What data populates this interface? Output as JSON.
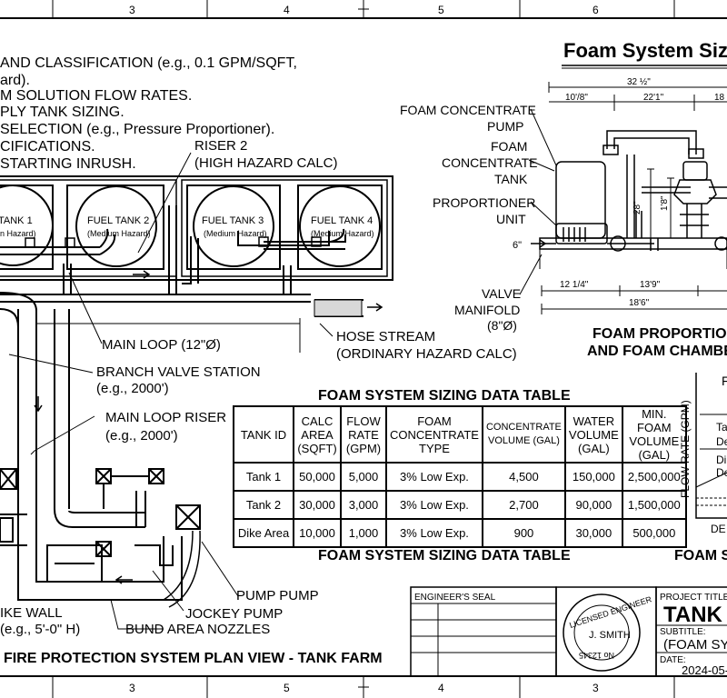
{
  "frame": {
    "col_top": [
      "3",
      "4",
      "5",
      "6"
    ],
    "col_bottom": [
      "3",
      "5",
      "4",
      "3"
    ]
  },
  "notes": [
    "AND CLASSIFICATION (e.g., 0.1 GPM/SQFT,",
    "ard).",
    "M SOLUTION FLOW RATES.",
    "PLY TANK SIZING.",
    "SELECTION (e.g., Pressure Proportioner).",
    "CIFICATIONS.",
    "STARTING INRUSH."
  ],
  "plan": {
    "riser2": [
      "RISER 2",
      "(HIGH HAZARD CALC)"
    ],
    "tanks": [
      {
        "name": "TANK 1",
        "hazard": "n Hazard)"
      },
      {
        "name": "FUEL TANK 2",
        "hazard": "(Medium Hazard)"
      },
      {
        "name": "FUEL TANK 3",
        "hazard": "(Medium Hazard)"
      },
      {
        "name": "FUEL TANK 4",
        "hazard": "(Medium Hazard)"
      }
    ],
    "main_loop": "MAIN LOOP (12\"Ø)",
    "hose_stream": [
      "HOSE STREAM",
      "(ORDINARY HAZARD CALC)"
    ],
    "branch_valve": [
      "BRANCH VALVE STATION",
      "(e.g., 2000')"
    ],
    "main_loop_riser": [
      "MAIN LOOP RISER",
      "(e.g., 2000')"
    ],
    "pump_pump": "PUMP PUMP",
    "jockey_pump": "JOCKEY PUMP",
    "bund_nozzles": "BUND AREA NOZZLES",
    "dike_wall": [
      "IKE WALL",
      "(e.g., 5'-0\" H)"
    ],
    "plan_title": "FIRE PROTECTION SYSTEM PLAN VIEW - TANK FARM"
  },
  "foam": {
    "title": "Foam System Sizi",
    "labels": {
      "concentrate_pump": [
        "FOAM CONCENTRATE",
        "PUMP"
      ],
      "concentrate_tank": [
        "FOAM",
        "CONCENTRATE",
        "TANK"
      ],
      "proportioner_unit": [
        "PROPORTIONER",
        "UNIT"
      ],
      "inlet": "6\"",
      "valve_manifold": [
        "VALVE",
        "MANIFOLD",
        "(8\"Ø)"
      ]
    },
    "dims": {
      "overall": "32 ½\"",
      "seg1": "10'/8\"",
      "seg2": "22'1\"",
      "seg3": "18",
      "vert1": "28\"",
      "vert2": "1'8\"",
      "base1": "12 1/4\"",
      "base2": "13'9\"",
      "base_total": "18'6\""
    },
    "caption": [
      "FOAM PROPORTIO",
      "AND FOAM CHAMBE"
    ]
  },
  "table": {
    "title": "FOAM SYSTEM SIZING DATA TABLE",
    "headers": [
      "TANK ID",
      "CALC AREA (SQFT)",
      "FLOW RATE (GPM)",
      "FOAM CONCENTRATE TYPE",
      "CONCENTRATE VOLUME (GAL)",
      "WATER VOLUME (GAL)",
      "MIN. FOAM VOLUME (GAL)"
    ],
    "rows": [
      [
        "Tank 1",
        "50,000",
        "5,000",
        "3% Low Exp.",
        "4,500",
        "150,000",
        "2,500,000"
      ],
      [
        "Tank 2",
        "30,000",
        "3,000",
        "3% Low Exp.",
        "2,700",
        "90,000",
        "1,500,000"
      ],
      [
        "Dike Area",
        "10,000",
        "1,000",
        "3% Low Exp.",
        "900",
        "30,000",
        "500,000"
      ]
    ],
    "footer_title": "FOAM SYSTEM SIZING DATA TABLE"
  },
  "graph": {
    "ylabel": "FLOW RATE (GPM)",
    "top": "F",
    "legend": [
      "Ta",
      "De",
      "Di",
      "De"
    ],
    "xlabel": "DE",
    "footer": "FOAM S"
  },
  "title_block": {
    "seal_header": "ENGINEER'S SEAL",
    "seal_ring_top": "LICENSED ENGINEER",
    "seal_name": "J. SMITH",
    "seal_ring_bottom": "No 12345",
    "project_title_label": "PROJECT TITLE:",
    "project_title": "TANK F",
    "subtitle_label": "SUBTITLE:",
    "subtitle": "(FOAM SYS",
    "date_label": "DATE:",
    "date": "2024-05-"
  }
}
